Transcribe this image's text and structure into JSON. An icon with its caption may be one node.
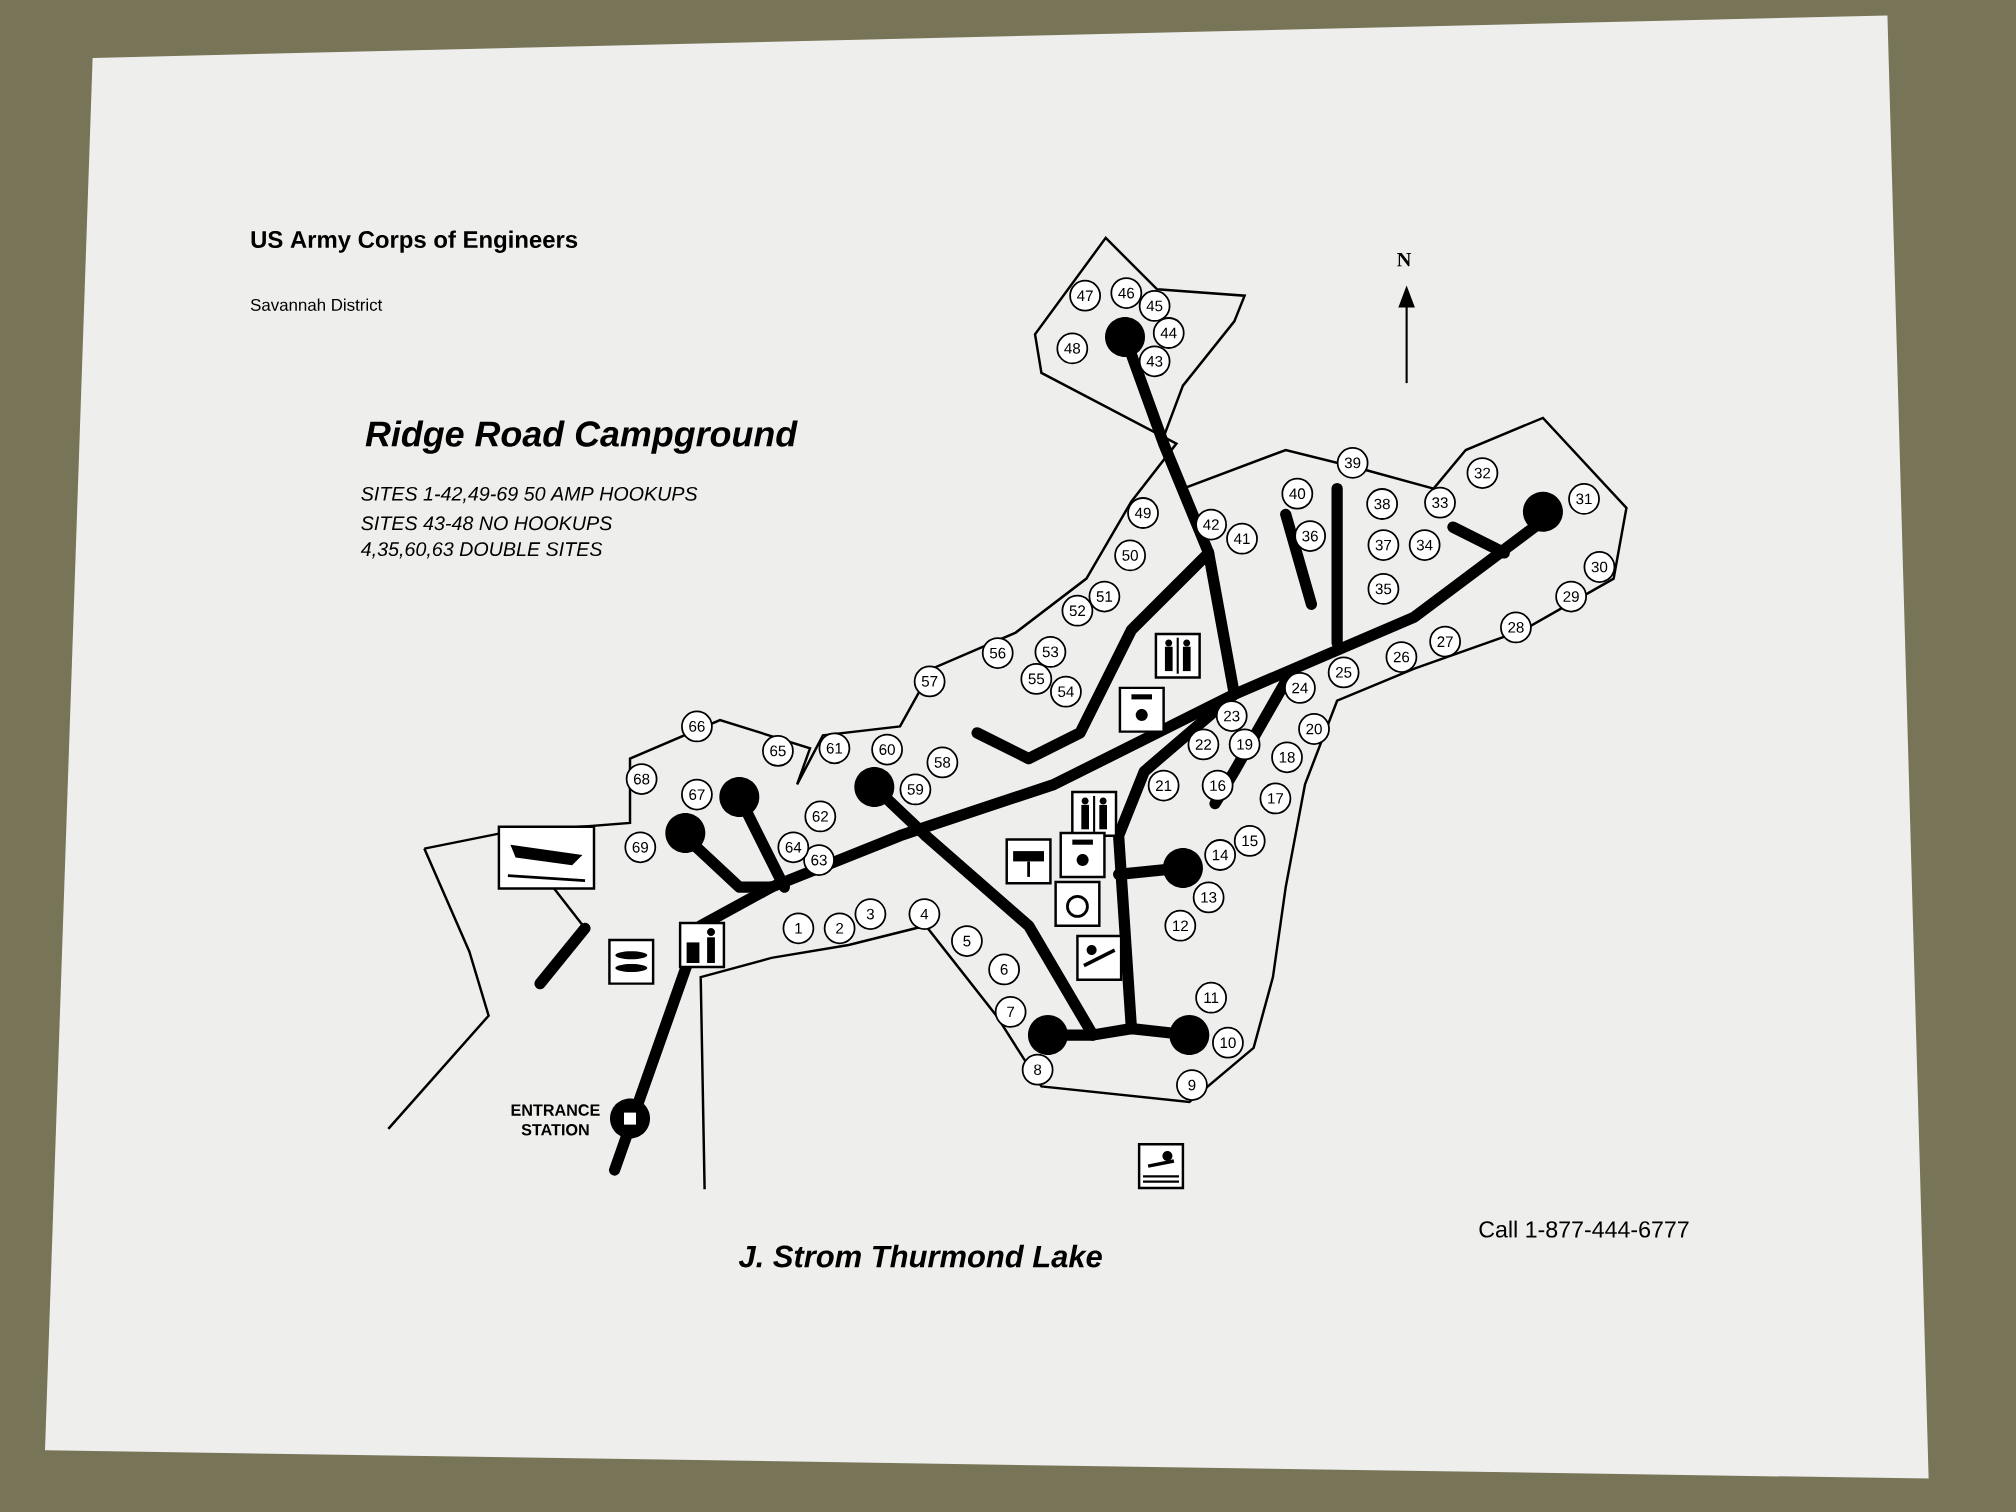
{
  "diagram": {
    "title": "Ridge Road Campground",
    "labels": [
      "US Army Corps of Engineers",
      "Savannah District",
      "N",
      "SITES 1-42,49-69  50 AMP HOOKUPS",
      "SITES 43-48  NO HOOKUPS",
      "4,35,60,63 DOUBLE SITES",
      "1",
      "2",
      "3",
      "4",
      "5",
      "6",
      "7",
      "8",
      "9",
      "10",
      "11",
      "12",
      "13",
      "14",
      "15",
      "16",
      "17",
      "18",
      "19",
      "20",
      "21",
      "22",
      "23",
      "24",
      "25",
      "26",
      "27",
      "28",
      "29",
      "30",
      "31",
      "32",
      "33",
      "34",
      "35",
      "36",
      "37",
      "38",
      "39",
      "40",
      "41",
      "42",
      "43",
      "44",
      "45",
      "46",
      "47",
      "48",
      "49",
      "50",
      "51",
      "52",
      "53",
      "54",
      "55",
      "56",
      "57",
      "58",
      "59",
      "60",
      "61",
      "62",
      "63",
      "64",
      "65",
      "66",
      "67",
      "68",
      "69",
      "ENTRANCE STATION",
      "J. Strom Thurmond Lake",
      "Call 1-877-444-6777"
    ]
  }
}
